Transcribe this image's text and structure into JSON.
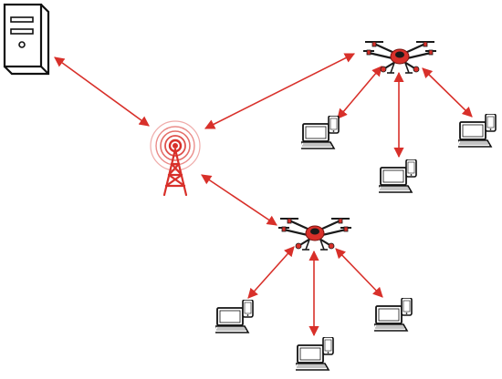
{
  "diagram": {
    "labels": [],
    "colors": {
      "link": "#d8302a",
      "drone_body": "#d8302a",
      "drone_frame": "#1a1a1a",
      "device_outline": "#111111",
      "server_outline": "#111111",
      "tower": "#d8302a",
      "background": "#ffffff"
    },
    "nodes": [
      {
        "id": "server",
        "kind": "server",
        "icon": "server-icon"
      },
      {
        "id": "tower",
        "kind": "cell-tower",
        "icon": "cell-tower-icon"
      },
      {
        "id": "drone-1",
        "kind": "drone",
        "icon": "drone-icon"
      },
      {
        "id": "drone-2",
        "kind": "drone",
        "icon": "drone-icon"
      },
      {
        "id": "user-1a",
        "kind": "laptop-and-phone",
        "icon": "laptop-phone-icon"
      },
      {
        "id": "user-1b",
        "kind": "laptop-and-phone",
        "icon": "laptop-phone-icon"
      },
      {
        "id": "user-1c",
        "kind": "laptop-and-phone",
        "icon": "laptop-phone-icon"
      },
      {
        "id": "user-2a",
        "kind": "laptop-and-phone",
        "icon": "laptop-phone-icon"
      },
      {
        "id": "user-2b",
        "kind": "laptop-and-phone",
        "icon": "laptop-phone-icon"
      },
      {
        "id": "user-2c",
        "kind": "laptop-and-phone",
        "icon": "laptop-phone-icon"
      }
    ],
    "links": [
      {
        "from": "server",
        "to": "tower",
        "direction": "bidirectional"
      },
      {
        "from": "tower",
        "to": "drone-1",
        "direction": "bidirectional"
      },
      {
        "from": "tower",
        "to": "drone-2",
        "direction": "bidirectional"
      },
      {
        "from": "drone-1",
        "to": "user-1a",
        "direction": "bidirectional"
      },
      {
        "from": "drone-1",
        "to": "user-1b",
        "direction": "bidirectional"
      },
      {
        "from": "drone-1",
        "to": "user-1c",
        "direction": "bidirectional"
      },
      {
        "from": "drone-2",
        "to": "user-2a",
        "direction": "bidirectional"
      },
      {
        "from": "drone-2",
        "to": "user-2b",
        "direction": "bidirectional"
      },
      {
        "from": "drone-2",
        "to": "user-2c",
        "direction": "bidirectional"
      }
    ]
  }
}
